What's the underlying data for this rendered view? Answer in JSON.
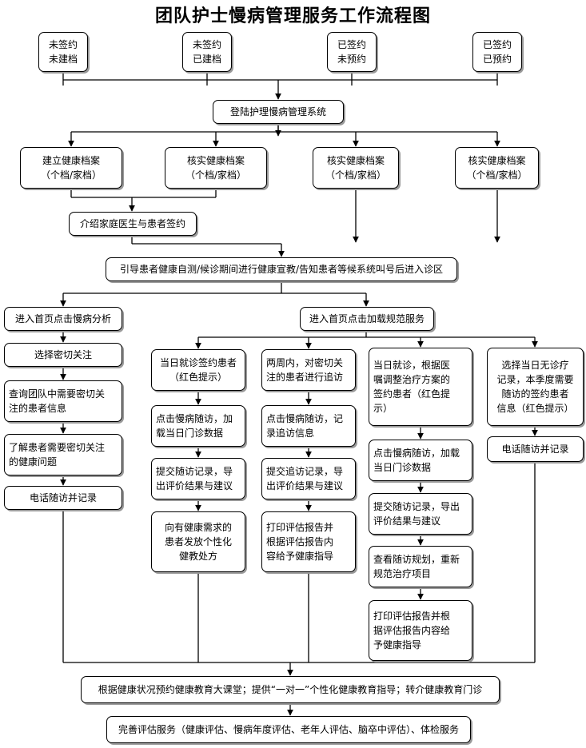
{
  "title": "团队护士慢病管理服务工作流程图",
  "top_status": [
    "未签约\n未建档",
    "未签约\n已建档",
    "已签约\n未预约",
    "已签约\n已预约"
  ],
  "login": "登陆护理慢病管理系统",
  "archive": [
    "建立健康档案\n（个档/家档）",
    "核实健康档案\n（个档/家档）",
    "核实健康档案\n（个档/家档）",
    "核实健康档案\n（个档/家档）"
  ],
  "family_doctor": "介绍家庭医生与患者签约",
  "guide": "引导患者健康自测/候诊期间进行健康宣教/告知患者等候系统叫号后进入诊区",
  "left_branch": {
    "head": "进入首页点击慢病分析",
    "steps": [
      "选择密切关注",
      "查询团队中需要密切关\n注的患者信息",
      "了解患者需要密切关注\n的健康问题",
      "电话随访并记录"
    ]
  },
  "right_branch": {
    "head": "进入首页点击加载规范服务",
    "col1": [
      "当日就诊签约患者\n（红色提示）",
      "点击慢病随访，加\n载当日门诊数据",
      "提交随访记录，导\n出评价结果与建议",
      "向有健康需求的\n患者发放个性化\n健教处方"
    ],
    "col2": [
      "两周内，对密切关\n注的患者进行追访",
      "点击慢病随访，记\n录追访信息",
      "提交追访记录，导\n出评价结果与建议",
      "打印评估报告并\n根据评估报告内\n容给予健康指导"
    ],
    "col3": [
      "当日就诊，根据医\n嘱调整治疗方案的\n签约患者（红色提\n示）",
      "点击慢病随访，加载\n当日门诊数据",
      "提交随访记录，导出\n评价结果与建议",
      "查看随访规划，重新\n规范治疗项目",
      "打印评估报告并根\n据评估报告内容给\n予健康指导"
    ],
    "col4": [
      "选择当日无诊疗\n记录，本季度需要\n随访的签约患者\n信息（红色提示）",
      "电话随访并记录"
    ]
  },
  "bottom": [
    "根据健康状况预约健康教育大课堂；提供“一对一”个性化健康教育指导；转介健康教育门诊",
    "完善评估服务（健康评估、慢病年度评估、老年人评估、脑卒中评估）、体检服务"
  ]
}
